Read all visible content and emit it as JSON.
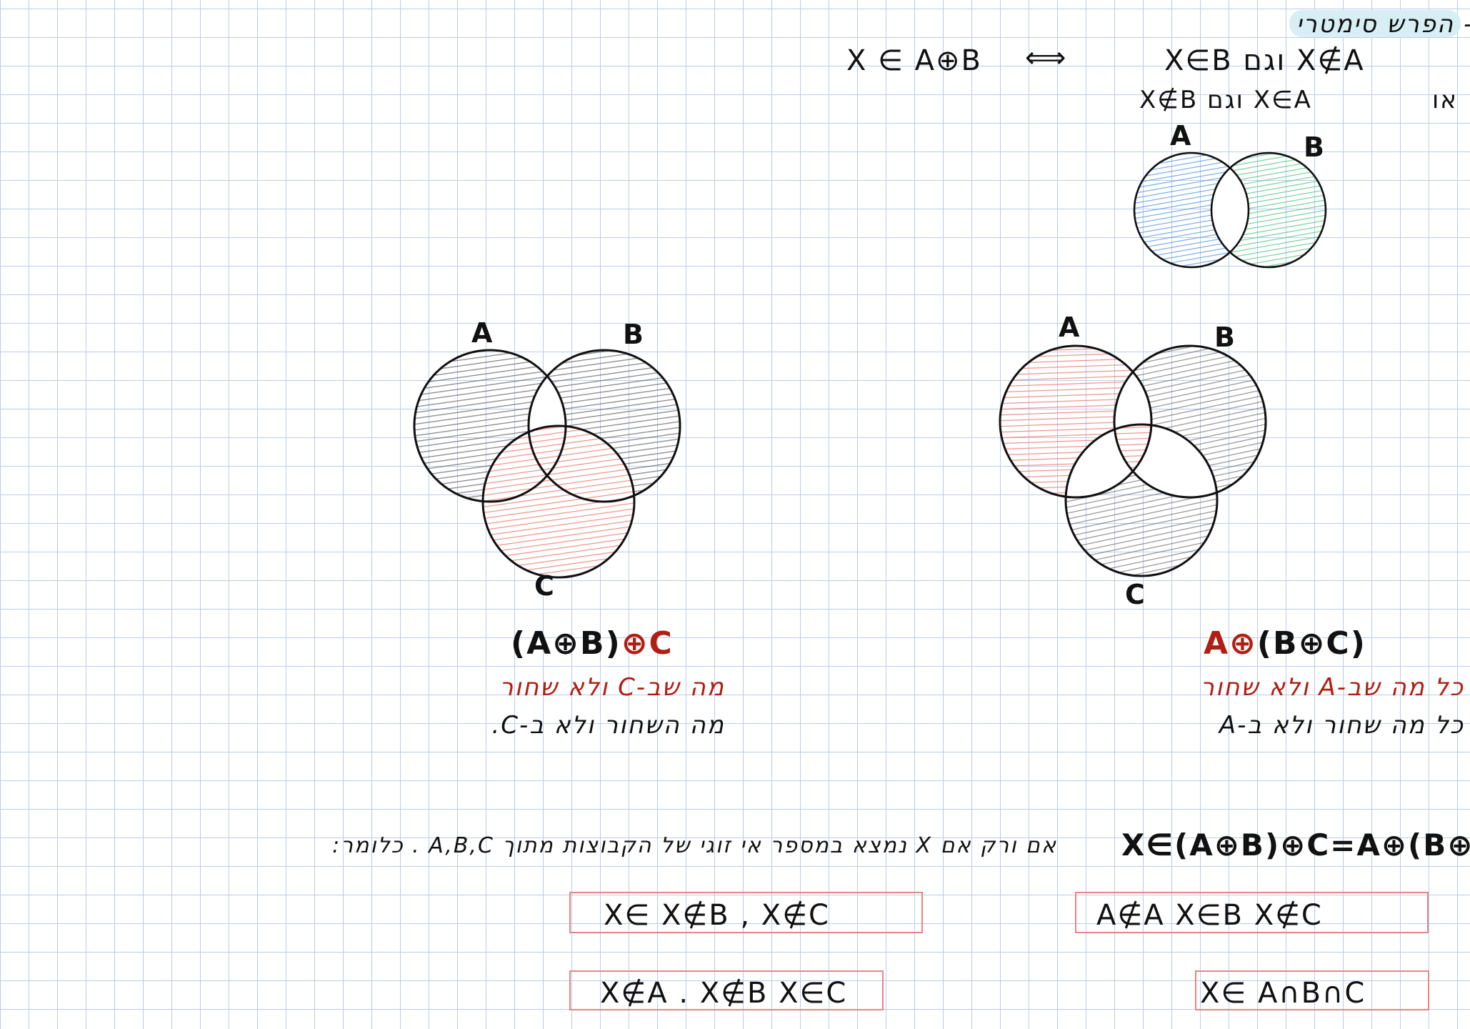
{
  "header": {
    "title": "הפרש סימטרי -"
  },
  "definition": {
    "left": "X ∈ A⊕B",
    "arrow": "⟺",
    "line1": "X∈B  וגם  X∉A",
    "line2_or": "או",
    "line2": "X∉B  וגם  X∈A"
  },
  "venn_labels": {
    "a": "A",
    "b": "B",
    "c": "C"
  },
  "colors": {
    "grid": "#b9cde8",
    "red_text": "#b11e12",
    "shade_blue": "#4a90e2",
    "shade_green": "#48c27a",
    "shade_red": "#e86a5e",
    "shade_gray": "#555555",
    "box_border": "#e58585"
  },
  "left_diagram": {
    "expression_main": "(A⊕B)",
    "expression_red": "⊕C",
    "note_red": "מה שב-C ולא שחור",
    "note_black": "מה השחור ולא ב-C."
  },
  "right_diagram": {
    "expression_red": "A⊕",
    "expression_main": "(B⊕C)",
    "note_red": "כל מה שב-A ולא שחור",
    "note_black": "כל מה שחור ולא ב-A"
  },
  "conclusion": {
    "formula": "X∈(A⊕B)⊕C=A⊕(B⊕C)",
    "text": "אם ורק אם  X  נמצא במספר אי זוגי של הקבוצות  מתוך A,B,C .  כלומר:"
  },
  "cases": {
    "box1": "A∉A   X∈B   X∉C",
    "box2": "X∈   X∉B , X∉C",
    "box3": "X∈ A∩B∩C",
    "box4": "X∉A . X∉B  X∈C"
  }
}
